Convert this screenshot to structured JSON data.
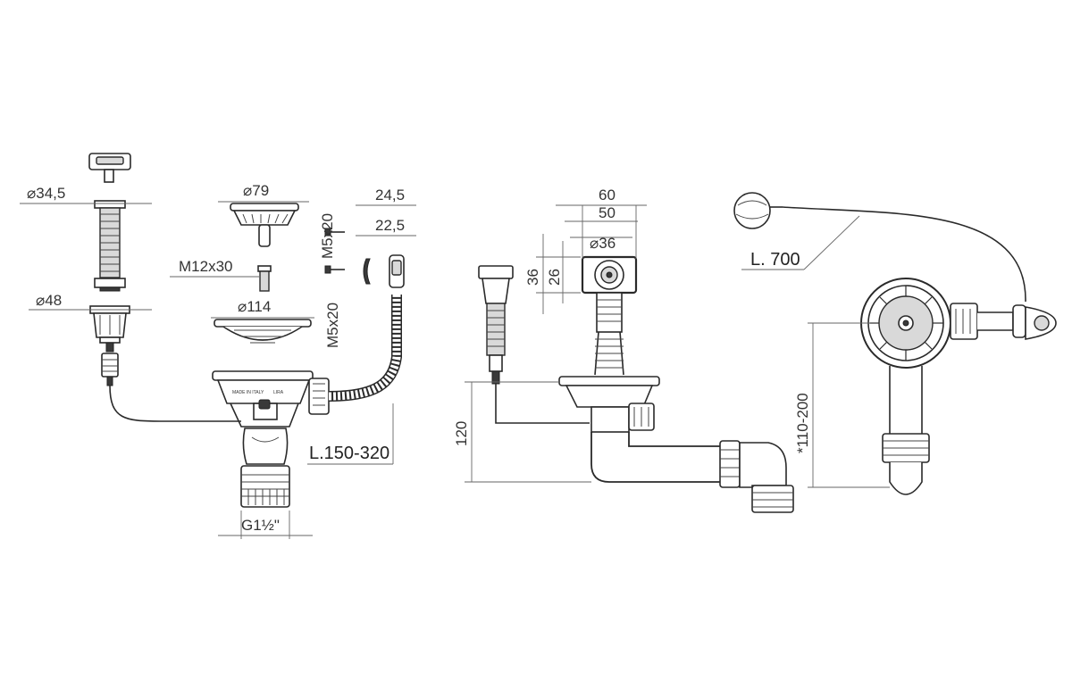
{
  "dimensions": {
    "strainer_plug_diameter": "⌀34,5",
    "strainer_cup_diameter": "⌀48",
    "basket_diameter": "⌀79",
    "screw_a": "M12x30",
    "flange_diameter": "⌀114",
    "screw_b": "M5x20",
    "screw_c": "M5x20",
    "overflow_width_outer": "24,5",
    "overflow_width_inner": "22,5",
    "hose_length": "L.150-320",
    "thread": "G1½\"",
    "overflow_box_width_outer": "60",
    "overflow_box_width_inner": "50",
    "overflow_hole_diameter": "⌀36",
    "overflow_box_height_outer": "36",
    "overflow_box_height_inner": "26",
    "outlet_height": "120",
    "cable_length": "L. 700",
    "adjustable_height": "*110-200"
  },
  "markings": {
    "made_in_italy": "MADE IN ITALY",
    "brand": "LIRA"
  }
}
